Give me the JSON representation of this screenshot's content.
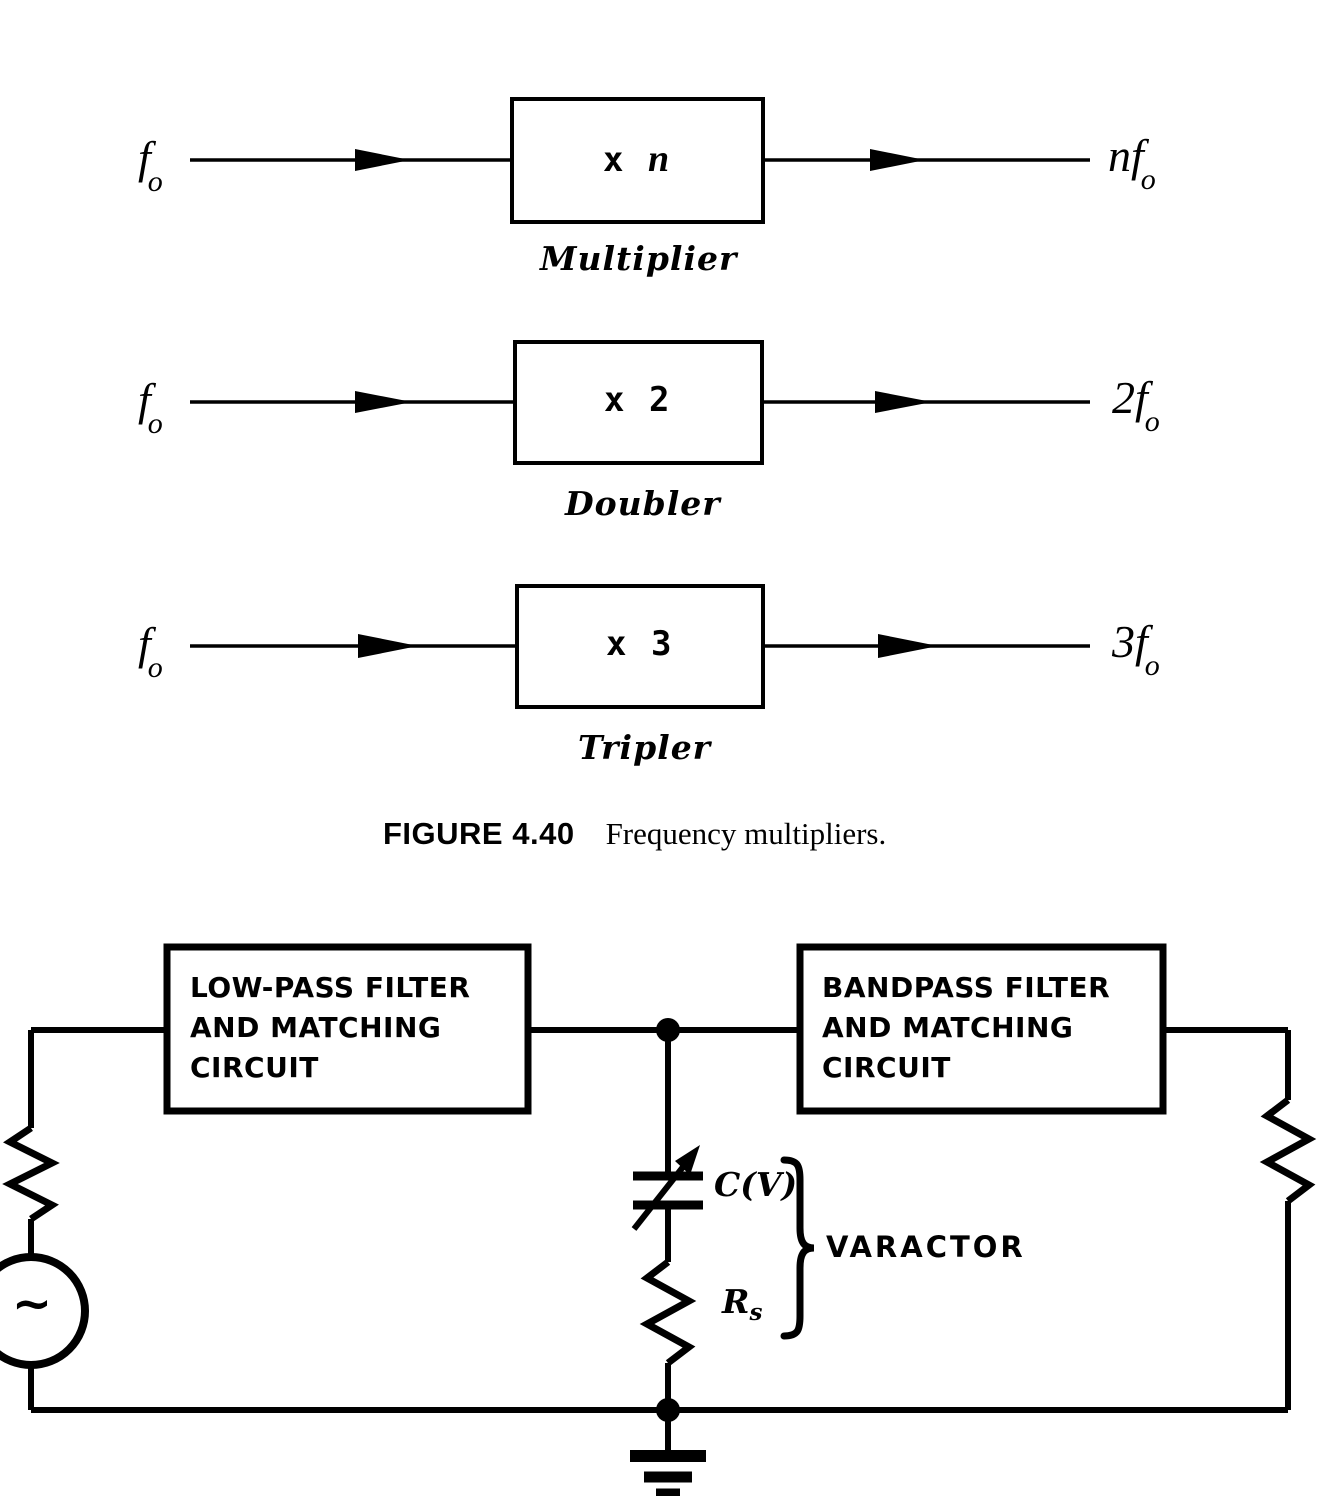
{
  "figure": {
    "caption_label": "FIGURE 4.40",
    "caption_text": "Frequency multipliers."
  },
  "multiplier_rows": [
    {
      "input_label": "f",
      "input_sub": "o",
      "box_op": "x",
      "box_factor": "n",
      "block_name": "Multiplier",
      "output_prefix": "n",
      "output_label": "f",
      "output_sub": "o"
    },
    {
      "input_label": "f",
      "input_sub": "o",
      "box_op": "x",
      "box_factor": "2",
      "block_name": "Doubler",
      "output_prefix": "2",
      "output_label": "f",
      "output_sub": "o"
    },
    {
      "input_label": "f",
      "input_sub": "o",
      "box_op": "x",
      "box_factor": "3",
      "block_name": "Tripler",
      "output_prefix": "3",
      "output_label": "f",
      "output_sub": "o"
    }
  ],
  "circuit": {
    "left_block": "LOW-PASS FILTER\nAND MATCHING\nCIRCUIT",
    "right_block": "BANDPASS FILTER\nAND MATCHING\nCIRCUIT",
    "capacitor_label": "C(V)",
    "resistor_label": "R",
    "resistor_sub": "s",
    "group_label": "VARACTOR",
    "source_symbol": "~",
    "brace_symbol": "}"
  },
  "colors": {
    "ink": "#000000",
    "paper": "#ffffff"
  }
}
